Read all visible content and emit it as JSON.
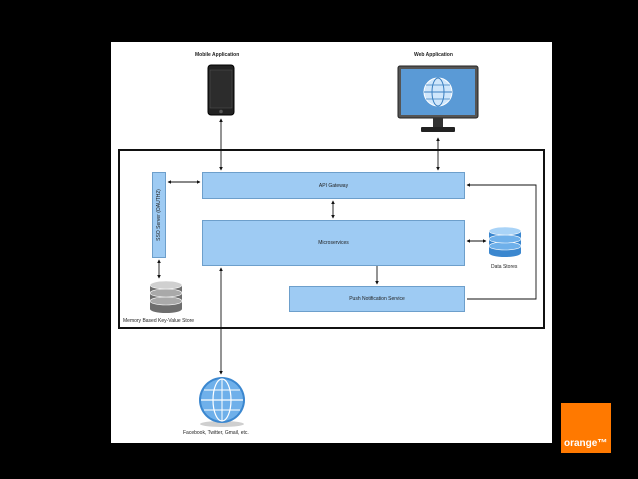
{
  "diagram": {
    "mobile_app_label": "Mobile Application",
    "web_app_label": "Web Application",
    "api_gateway": "API Gateway",
    "microservices": "Microservices",
    "push_notification": "Push Notification Service",
    "sso_server": "SSO Server (OAUTH2)",
    "data_stores": "Data Stores",
    "kv_store": "Memory Based Key-Value Store",
    "social_label": "Facebook, Twitter, Gmail, etc."
  },
  "colors": {
    "box_fill": "#9ecbf3",
    "brand_orange": "#ff7900"
  },
  "logo_text": "orange™"
}
